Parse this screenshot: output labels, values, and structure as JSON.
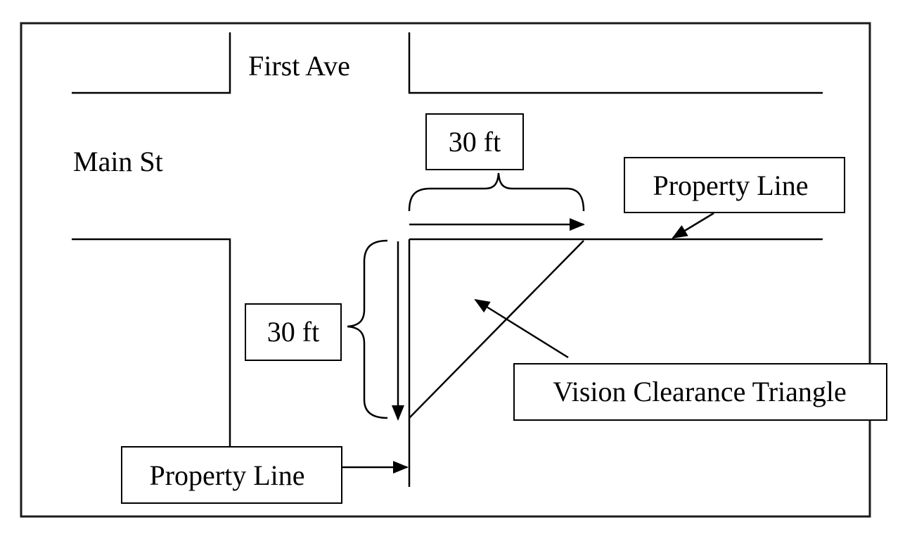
{
  "streets": {
    "first_ave": "First Ave",
    "main_st": "Main St"
  },
  "dimensions": {
    "horizontal": "30 ft",
    "vertical": "30 ft"
  },
  "callouts": {
    "property_line_top": "Property Line",
    "property_line_bottom": "Property Line",
    "vision_triangle": "Vision Clearance Triangle"
  },
  "colors": {
    "ink": "#000000",
    "background": "#ffffff"
  }
}
